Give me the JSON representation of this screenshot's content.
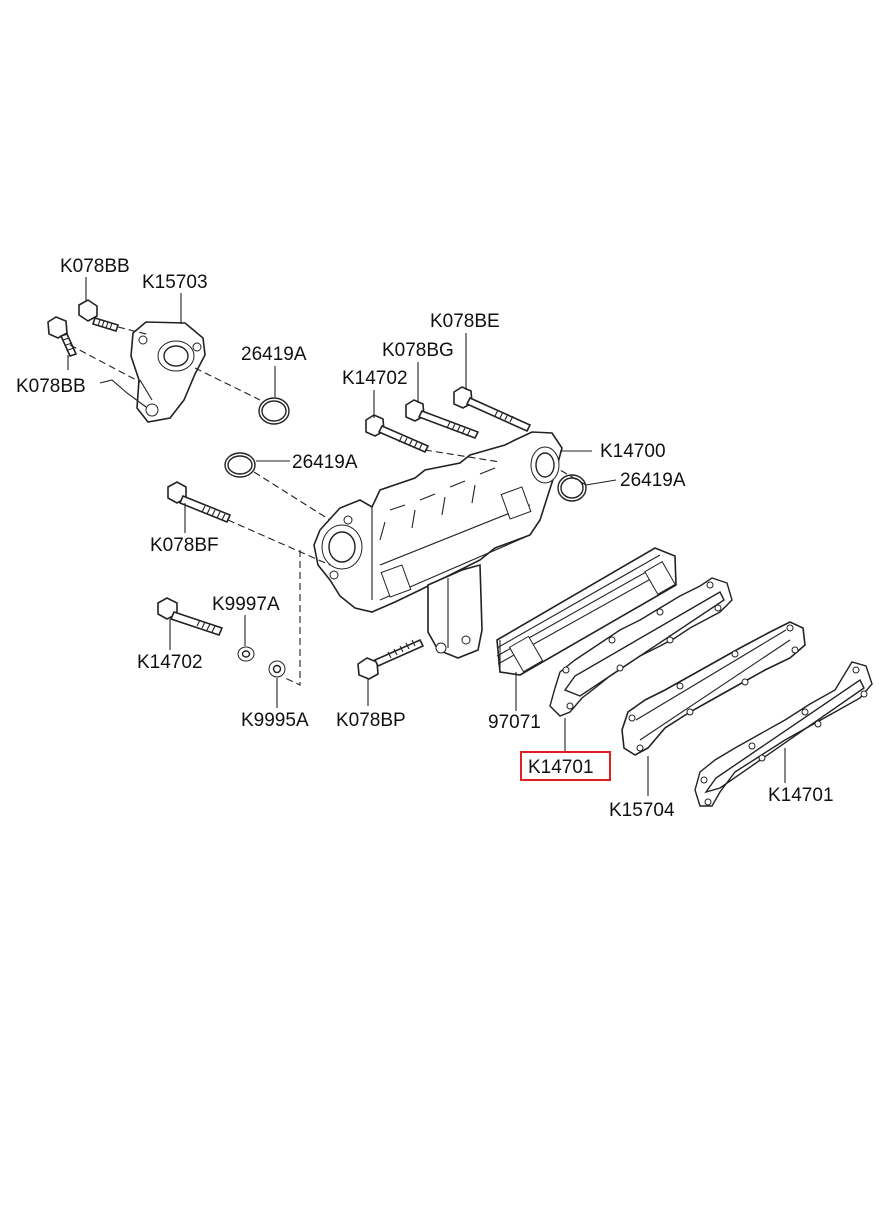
{
  "labels": {
    "k078bb_top": "K078BB",
    "k078bb_left": "K078BB",
    "k15703": "K15703",
    "k078be": "K078BE",
    "k078bg": "K078BG",
    "k14702_top": "K14702",
    "k14700": "K14700",
    "oring_1": "26419A",
    "oring_2": "26419A",
    "oring_3": "26419A",
    "k078bf": "K078BF",
    "k9997a": "K9997A",
    "k14702_bottom": "K14702",
    "k9995a": "K9995A",
    "k078bp": "K078BP",
    "p97071": "97071",
    "k14701_highlighted": "K14701",
    "k15704": "K15704",
    "k14701_right": "K14701"
  },
  "highlight": {
    "label": "K14701",
    "color": "#e02020"
  }
}
